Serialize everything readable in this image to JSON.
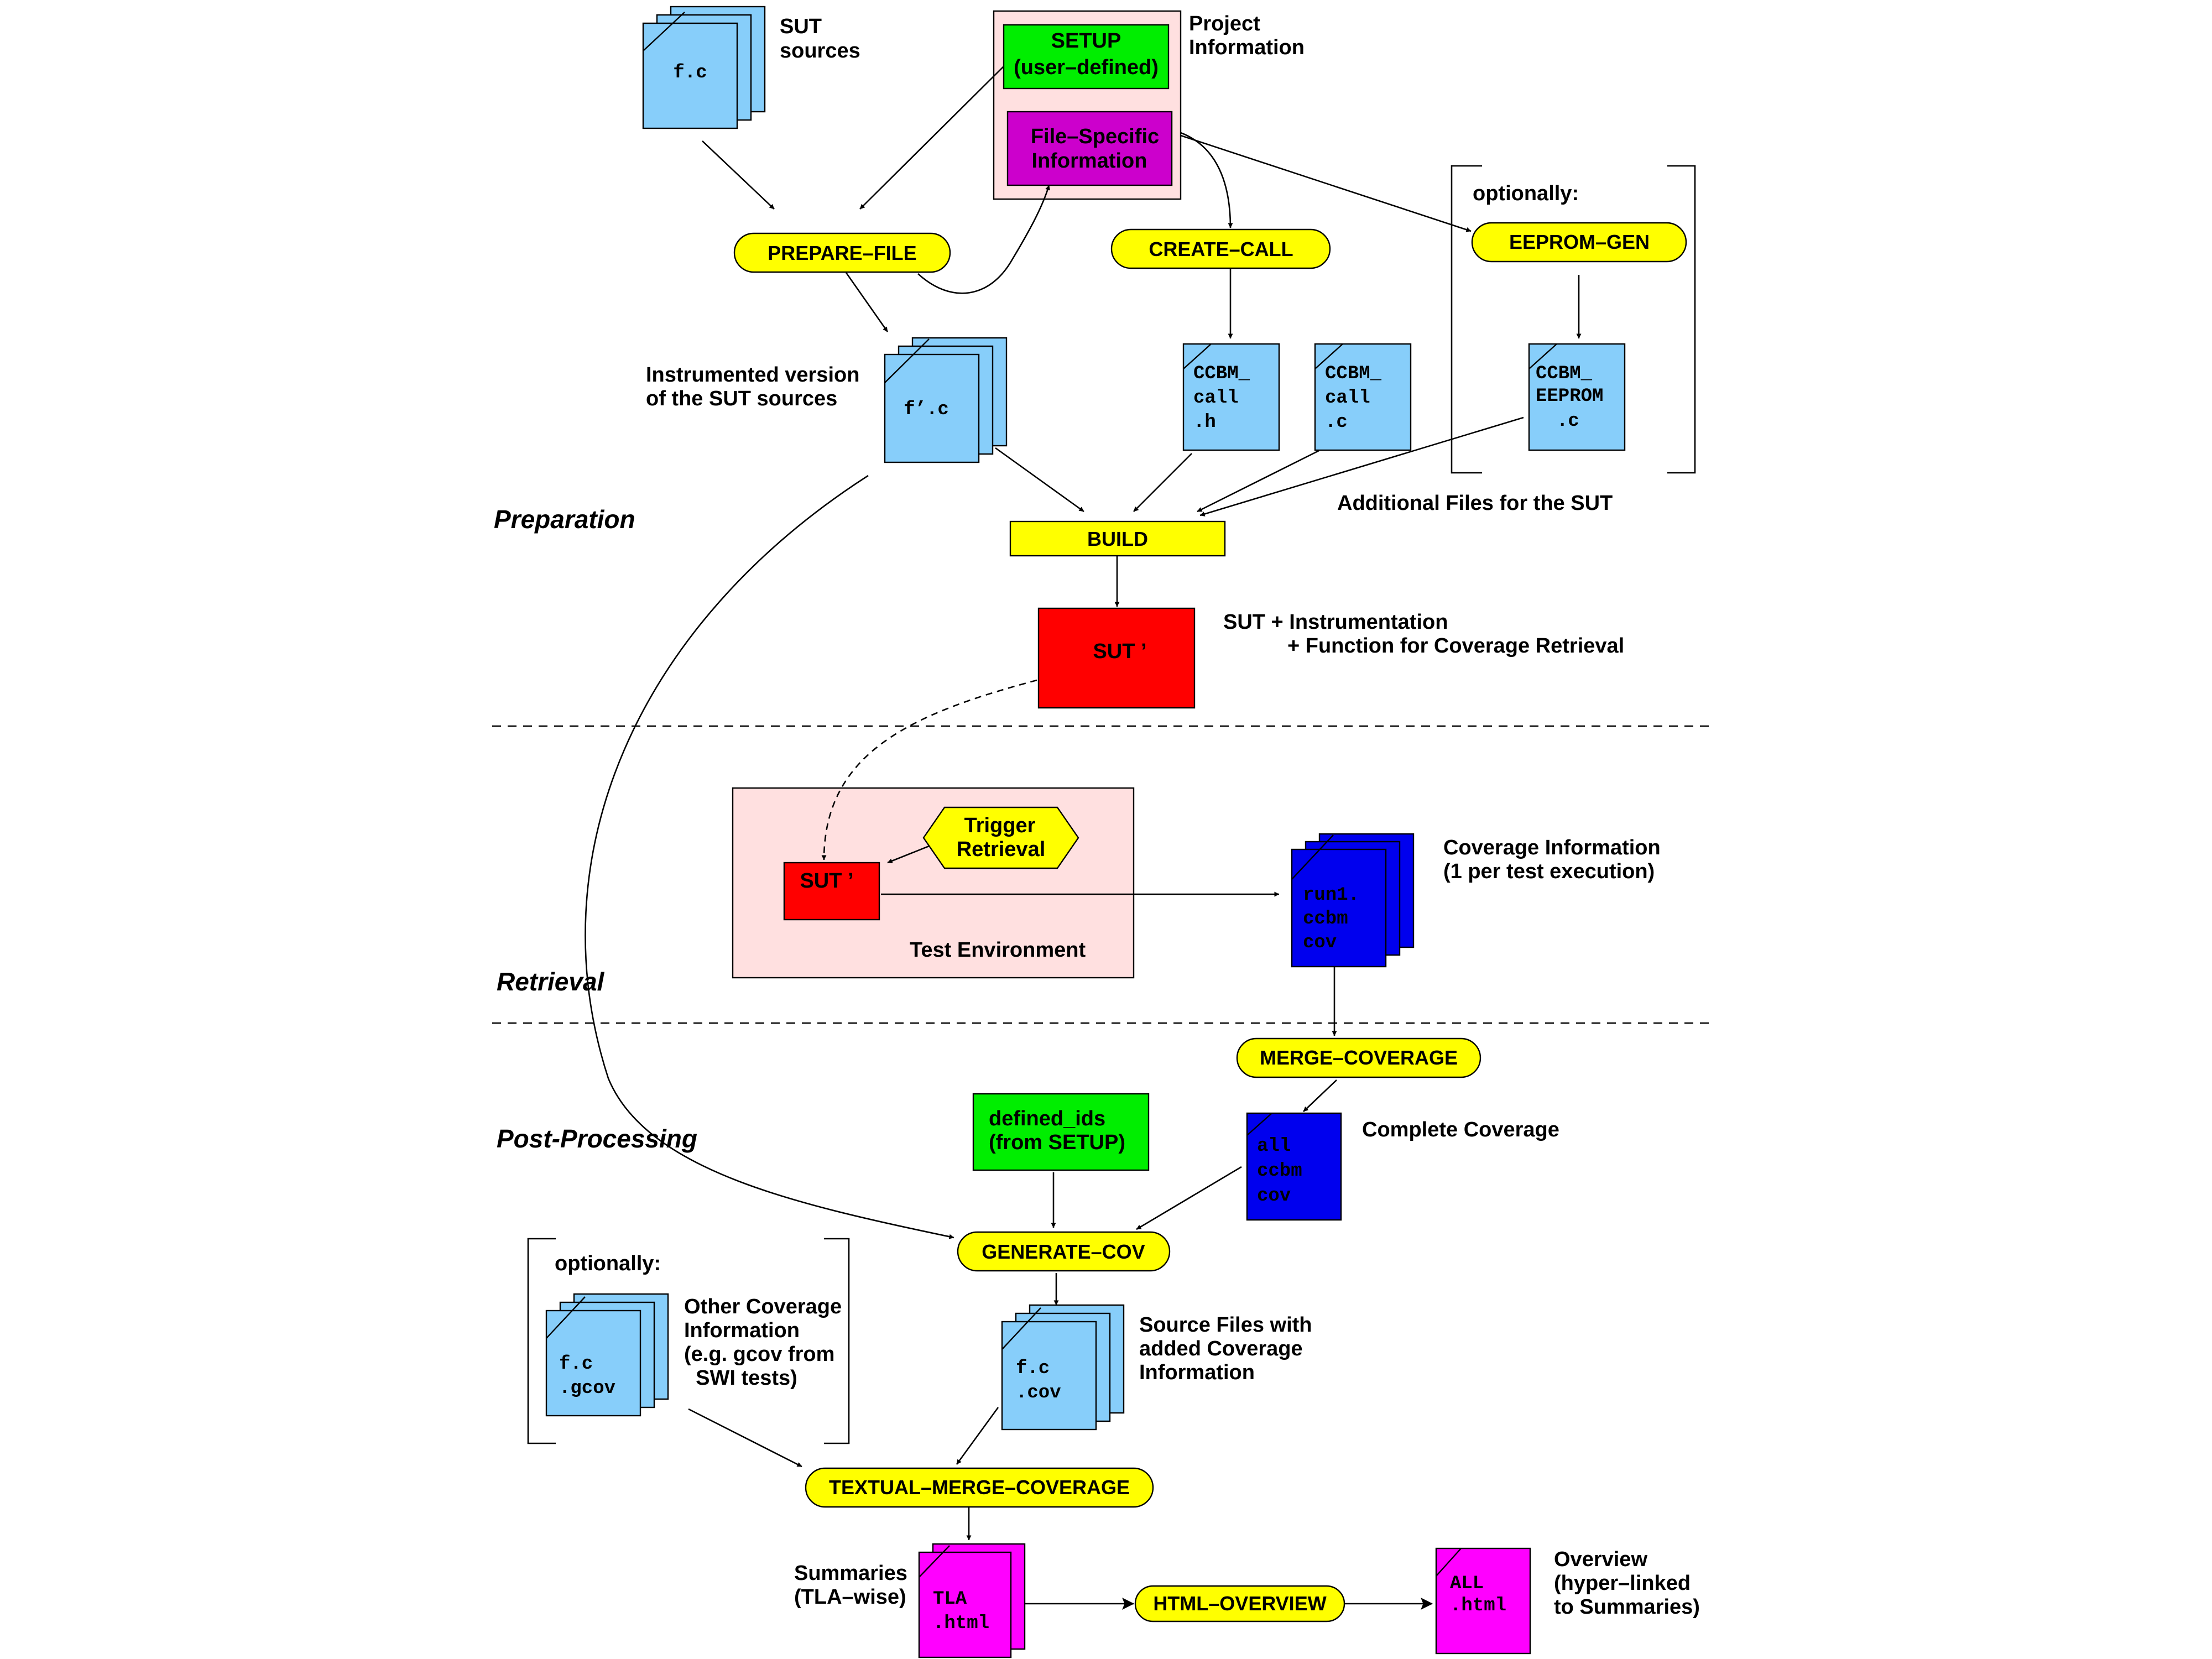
{
  "colors": {
    "file_light_blue": "#87cefa",
    "file_dark_blue": "#0000ee",
    "file_magenta": "#ff00ff",
    "process_yellow": "#ffff00",
    "setup_green": "#00ee00",
    "file_specific_purple": "#cc00cc",
    "sut_red": "#ff0000",
    "environment_pink": "#ffe0e0"
  },
  "sections": {
    "preparation": "Preparation",
    "retrieval": "Retrieval",
    "post_processing": "Post-Processing"
  },
  "files": {
    "fc": "f.c",
    "fprime": "f’.c",
    "ccbm_call_h": [
      "CCBM_",
      "call",
      ".h"
    ],
    "ccbm_call_c": [
      "CCBM_",
      "call",
      ".c"
    ],
    "ccbm_eeprom": [
      "CCBM_",
      "EEPROM",
      ".c"
    ],
    "run1": [
      "run1.",
      "ccbm",
      "cov"
    ],
    "all": [
      "all",
      "ccbm",
      "cov"
    ],
    "fc_gcov": [
      "f.c",
      ".gcov"
    ],
    "fc_cov": [
      "f.c",
      ".cov"
    ],
    "tla": [
      "TLA",
      ".html"
    ],
    "all_html": [
      "ALL",
      ".html"
    ]
  },
  "processes": {
    "prepare_file": "PREPARE–FILE",
    "create_call": "CREATE–CALL",
    "eeprom_gen": "EEPROM–GEN",
    "build": "BUILD",
    "merge_coverage": "MERGE–COVERAGE",
    "generate_cov": "GENERATE–COV",
    "textual_merge_coverage": "TEXTUAL–MERGE–COVERAGE",
    "html_overview": "HTML–OVERVIEW"
  },
  "boxes": {
    "setup": [
      "SETUP",
      "(user–defined)"
    ],
    "file_specific": [
      "File–Specific",
      "Information"
    ],
    "sut_prime": "SUT ’",
    "sut_prime_small": "SUT ’",
    "trigger": [
      "Trigger",
      "Retrieval"
    ],
    "defined_ids": [
      "defined_ids",
      "(from SETUP)"
    ]
  },
  "labels": {
    "sut_sources": [
      "SUT",
      "sources"
    ],
    "project_info": [
      "Project",
      "Information"
    ],
    "optionally_top": "optionally:",
    "instrumented": [
      "Instrumented version",
      "of the SUT sources"
    ],
    "additional_files": "Additional Files for the SUT",
    "sut_instrumentation": [
      "SUT + Instrumentation",
      "+ Function for Coverage Retrieval"
    ],
    "test_environment": "Test Environment",
    "coverage_info": [
      "Coverage Information",
      "(1 per test execution)"
    ],
    "complete_coverage": "Complete Coverage",
    "optionally_bottom": "optionally:",
    "other_coverage": [
      "Other Coverage",
      "Information",
      "(e.g. gcov from",
      "  SWI tests)"
    ],
    "source_files_cov": [
      "Source Files with",
      "added Coverage",
      "Information"
    ],
    "summaries": [
      "Summaries",
      "(TLA–wise)"
    ],
    "overview": [
      "Overview",
      "(hyper–linked",
      "to Summaries)"
    ]
  }
}
